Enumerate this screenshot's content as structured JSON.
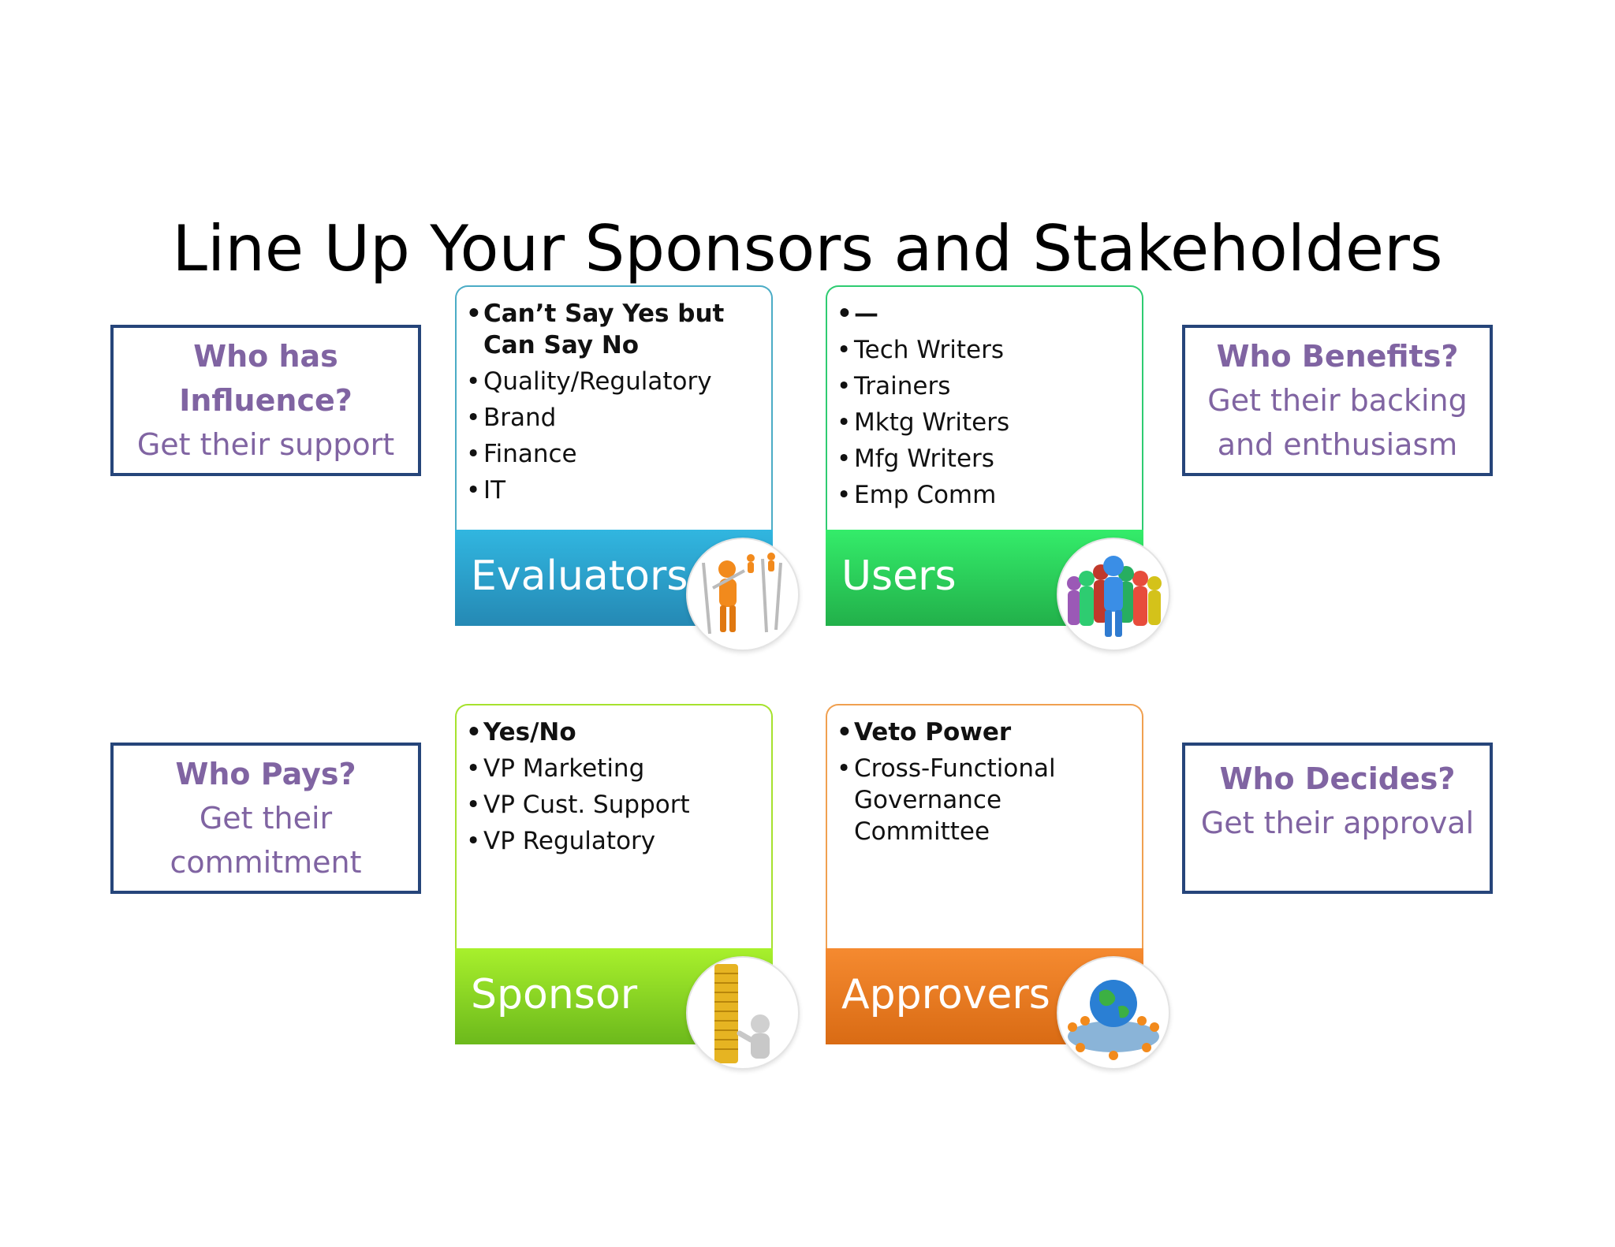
{
  "title": "Line Up Your Sponsors and Stakeholders",
  "side_boxes": {
    "influence": {
      "question": [
        "Who has",
        "Influence?"
      ],
      "action": "Get their support"
    },
    "benefits": {
      "question": "Who Benefits?",
      "action": [
        "Get their backing",
        "and enthusiasm"
      ]
    },
    "pays": {
      "question": "Who Pays?",
      "action": [
        "Get their",
        "commitment"
      ]
    },
    "decides": {
      "question": "Who Decides?",
      "action": "Get their approval"
    }
  },
  "cards": {
    "evaluators": {
      "label": "Evaluators",
      "items": [
        "Can’t Say Yes but Can Say No",
        "Quality/Regulatory",
        "Brand",
        "Finance",
        "IT"
      ],
      "colors": {
        "border": "#4bacc6",
        "bar_top": "#31b6e0",
        "bar_bottom": "#2589b4"
      },
      "icon": "people-balancing-icon"
    },
    "users": {
      "label": "Users",
      "items": [
        "—",
        "Tech Writers",
        "Trainers",
        "Mktg Writers",
        "Mfg Writers",
        "Emp Comm"
      ],
      "colors": {
        "border": "#2ecc71",
        "bar_top": "#34ec6a",
        "bar_bottom": "#22b04a"
      },
      "icon": "crowd-of-people-icon"
    },
    "sponsor": {
      "label": "Sponsor",
      "items": [
        "Yes/No",
        "VP Marketing",
        "VP Cust. Support",
        "VP Regulatory"
      ],
      "colors": {
        "border": "#a6e22e",
        "bar_top": "#a8f02c",
        "bar_bottom": "#6cb91c"
      },
      "icon": "coin-stack-icon"
    },
    "approvers": {
      "label": "Approvers",
      "items": [
        "Veto Power",
        "Cross-Functional Governance Committee"
      ],
      "colors": {
        "border": "#f0a050",
        "bar_top": "#f58a30",
        "bar_bottom": "#d96b14"
      },
      "icon": "globe-meeting-icon"
    }
  }
}
